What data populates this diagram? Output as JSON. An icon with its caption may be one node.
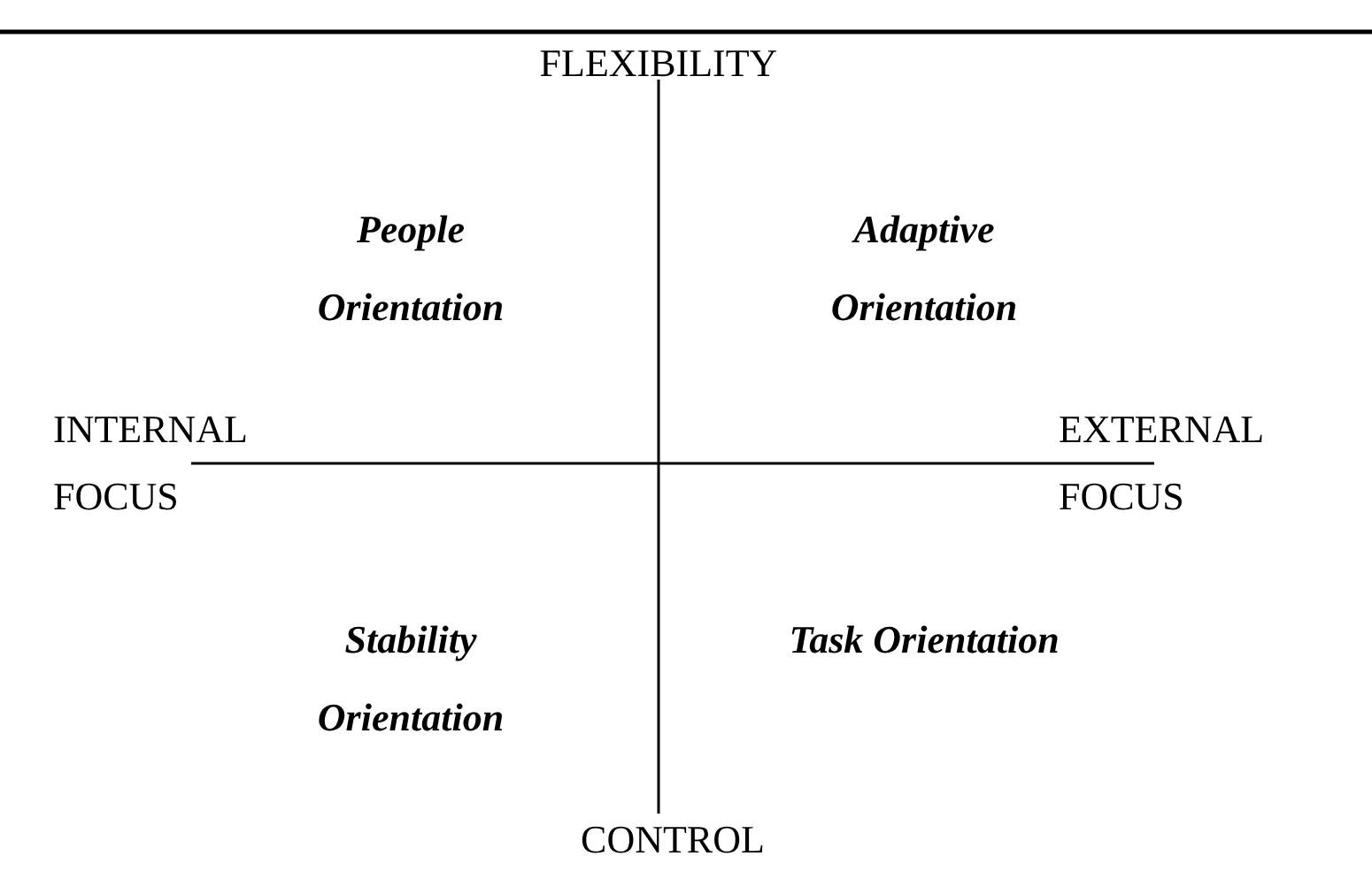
{
  "diagram": {
    "labels": [
      "FLEXIBILITY",
      "People Orientation",
      "Adaptive Orientation",
      "INTERNAL FOCUS",
      "EXTERNAL FOCUS",
      "Stability Orientation",
      "Task Orientation",
      "CONTROL"
    ]
  }
}
